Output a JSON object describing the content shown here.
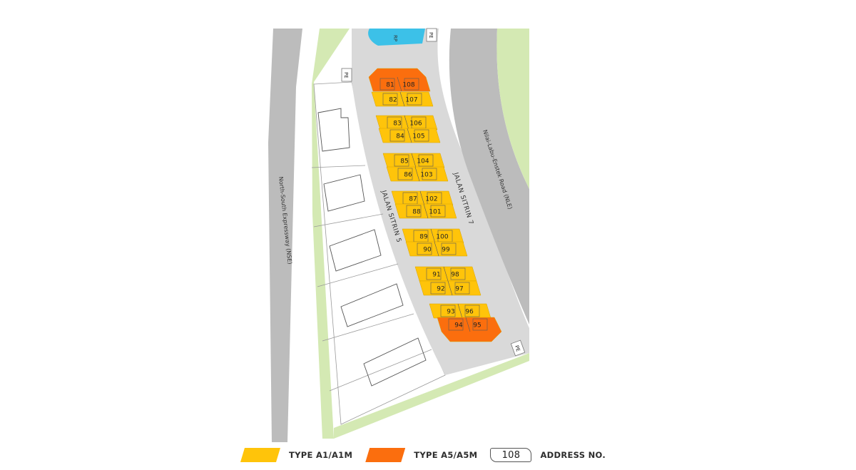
{
  "colors": {
    "type_a1": "#ffc40a",
    "type_a5": "#fb6e0e",
    "road": "#bcbcbc",
    "inner_road": "#d9d9d9",
    "green": "#d4e9b3",
    "water": "#3cc1e8",
    "lot_line": "#5a5a5a"
  },
  "labels": {
    "rp": "RP",
    "pe": "PE",
    "jalan_sitrin_5": "JALAN SITRIN 5",
    "jalan_sitrin_7": "JALAN SITRIN 7",
    "nse": "North-South Expressway (NSE)",
    "nle": "Nilai-Labu-Enstek Road (NLE)"
  },
  "legend": {
    "type_a1": "TYPE A1/A1M",
    "type_a5": "TYPE A5/A5M",
    "address_sample": "108",
    "address_label": "ADDRESS NO."
  },
  "lots": [
    {
      "l": "81",
      "r": "108",
      "type": "A5"
    },
    {
      "l": "82",
      "r": "107",
      "type": "A1"
    },
    {
      "l": "83",
      "r": "106",
      "type": "A1"
    },
    {
      "l": "84",
      "r": "105",
      "type": "A1"
    },
    {
      "l": "85",
      "r": "104",
      "type": "A1"
    },
    {
      "l": "86",
      "r": "103",
      "type": "A1"
    },
    {
      "l": "87",
      "r": "102",
      "type": "A1"
    },
    {
      "l": "88",
      "r": "101",
      "type": "A1"
    },
    {
      "l": "89",
      "r": "100",
      "type": "A1"
    },
    {
      "l": "90",
      "r": "99",
      "type": "A1"
    },
    {
      "l": "91",
      "r": "98",
      "type": "A1"
    },
    {
      "l": "92",
      "r": "97",
      "type": "A1"
    },
    {
      "l": "93",
      "r": "96",
      "type": "A1"
    },
    {
      "l": "94",
      "r": "95",
      "type": "A5"
    }
  ]
}
